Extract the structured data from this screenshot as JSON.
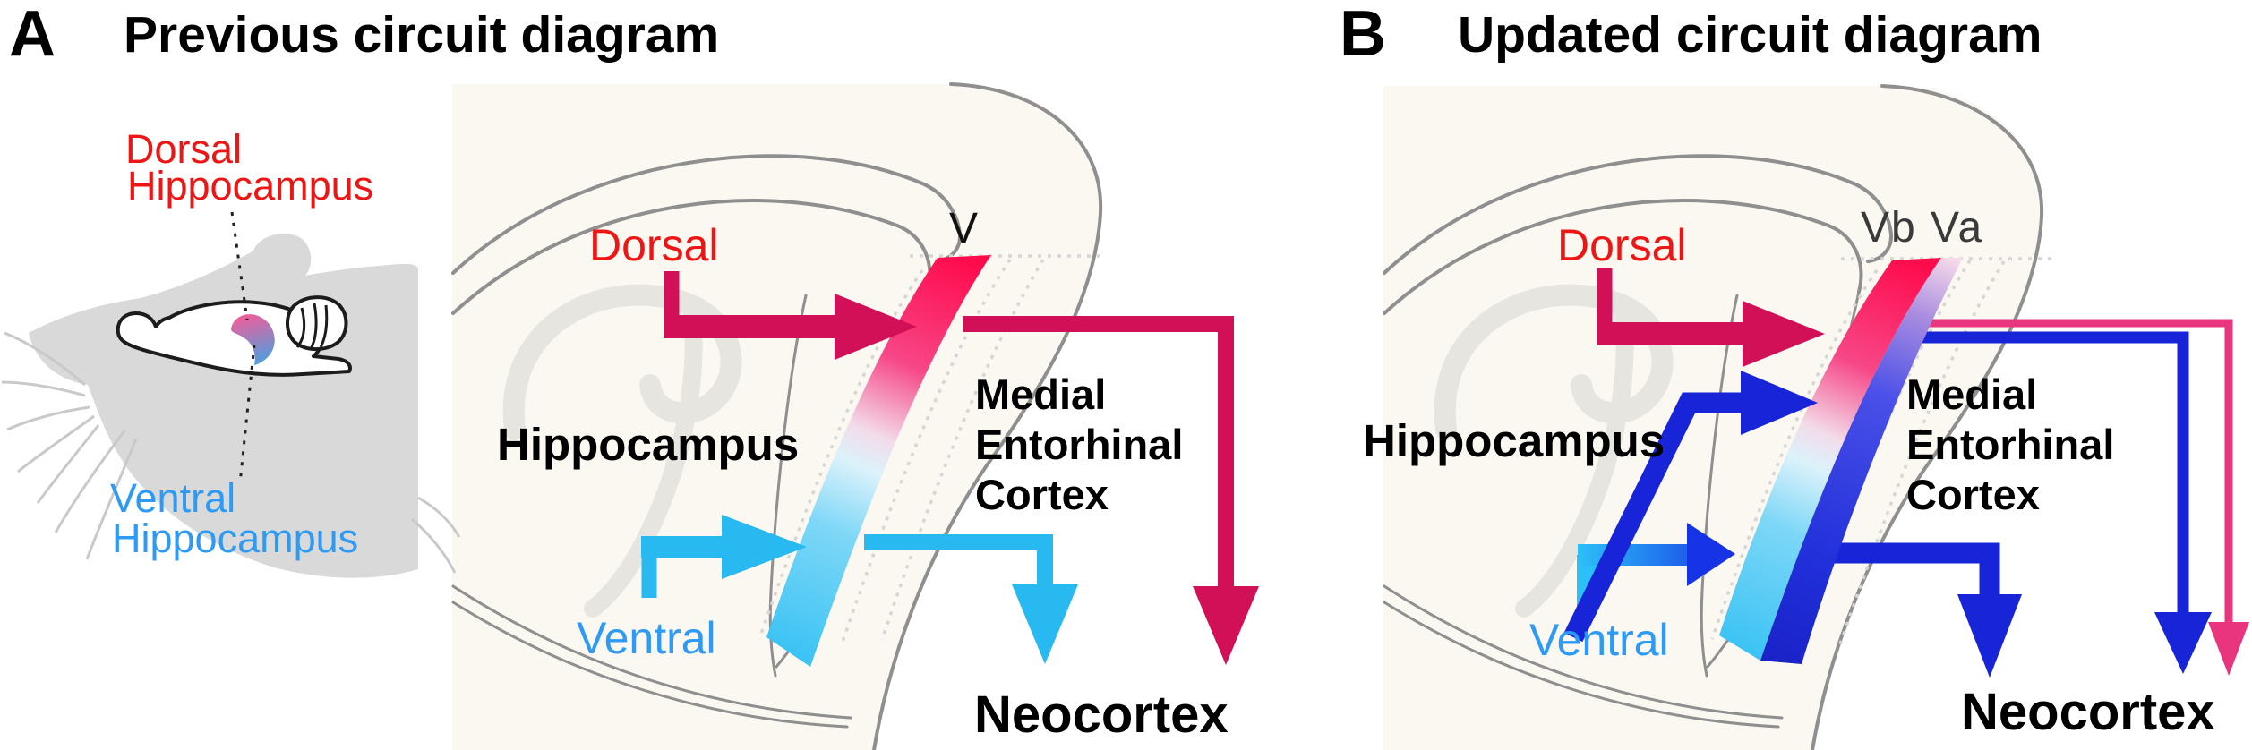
{
  "colors": {
    "crimson": "#d11058",
    "red_label": "#ee1515",
    "cyan": "#29b9f1",
    "cyan_bright": "#2cc0f8",
    "blue_label": "#2d9bf5",
    "royal_blue": "#1724d8",
    "pink_line": "#e8357e",
    "band_red_top": "#ff0a4b",
    "band_pink": "#f74687",
    "band_white_pink": "#f3dcea",
    "band_white_cyan": "#dcf2fb",
    "band_light_cyan": "#7ed7f7",
    "band_cyan_bottom": "#3cc3f4",
    "va_pink_top": "#f7dbe9",
    "va_violet": "#a98ce0",
    "va_blue": "#4a50e8",
    "va_blue_mid": "#2130da",
    "va_blue_bottom": "#1a23c8",
    "vent_grad_end": "#1733e6",
    "cream": "#faf8f1",
    "outline_gray": "#8f8f8f",
    "silhouette": "#d9d9d9",
    "whisker": "#c9c9c9",
    "swirl": "#e6e5df",
    "dotted": "#d6d6d6",
    "brain_stroke": "#1c1c1c",
    "hippo_pink": "#ec5f9b",
    "hippo_blue": "#4e9fe0",
    "layer_label": "#3a3a3a"
  },
  "panelA": {
    "letter": "A",
    "title": "Previous circuit diagram",
    "mouse_labels": {
      "dorsal_line1": "Dorsal",
      "dorsal_line2": "Hippocampus",
      "ventral_line1": "Ventral",
      "ventral_line2": "Hippocampus"
    },
    "diagram": {
      "dorsal": "Dorsal",
      "ventral": "Ventral",
      "hippocampus": "Hippocampus",
      "layer": "V",
      "mec_line1": "Medial",
      "mec_line2": "Entorhinal",
      "mec_line3": "Cortex",
      "neocortex": "Neocortex"
    }
  },
  "panelB": {
    "letter": "B",
    "title": "Updated circuit diagram",
    "diagram": {
      "dorsal": "Dorsal",
      "ventral": "Ventral",
      "hippocampus": "Hippocampus",
      "layers": "Vb Va",
      "mec_line1": "Medial",
      "mec_line2": "Entorhinal",
      "mec_line3": "Cortex",
      "neocortex": "Neocortex"
    }
  }
}
